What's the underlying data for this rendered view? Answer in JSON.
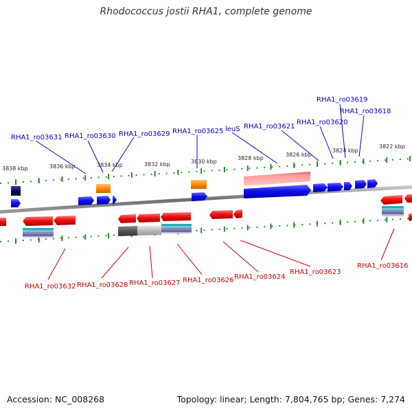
{
  "title": "Rhodococcus jostii RHA1, complete genome",
  "footer": {
    "accession": "Accession: NC_008268",
    "stats": "Topology: linear; Length: 7,804,765 bp; Genes: 7,274"
  },
  "colors": {
    "forward_label": "#0000cc",
    "reverse_label": "#cc0000",
    "tick": "#228822",
    "backbone": "#7f7f7f"
  },
  "ticks": [
    {
      "label": "3838 kbp"
    },
    {
      "label": "3836 kbp"
    },
    {
      "label": "3834 kbp"
    },
    {
      "label": "3832 kbp"
    },
    {
      "label": "3830 kbp"
    },
    {
      "label": "3828 kbp"
    },
    {
      "label": "3826 kbp"
    },
    {
      "label": "3824 kbp"
    },
    {
      "label": "3822 kbp"
    }
  ],
  "forward_labels": [
    {
      "text": "RHA1_ro03631"
    },
    {
      "text": "RHA1_ro03630"
    },
    {
      "text": "RHA1_ro03629"
    },
    {
      "text": "RHA1_ro03625"
    },
    {
      "text": "leuS"
    },
    {
      "text": "RHA1_ro03621"
    },
    {
      "text": "RHA1_ro03620"
    },
    {
      "text": "RHA1_ro03619"
    },
    {
      "text": "RHA1_ro03618"
    }
  ],
  "reverse_labels": [
    {
      "text": "RHA1_ro03632"
    },
    {
      "text": "RHA1_ro03628"
    },
    {
      "text": "RHA1_ro03627"
    },
    {
      "text": "RHA1_ro03626"
    },
    {
      "text": "RHA1_ro03624"
    },
    {
      "text": "RHA1_ro03623"
    },
    {
      "text": "RHA1_ro03616"
    }
  ]
}
